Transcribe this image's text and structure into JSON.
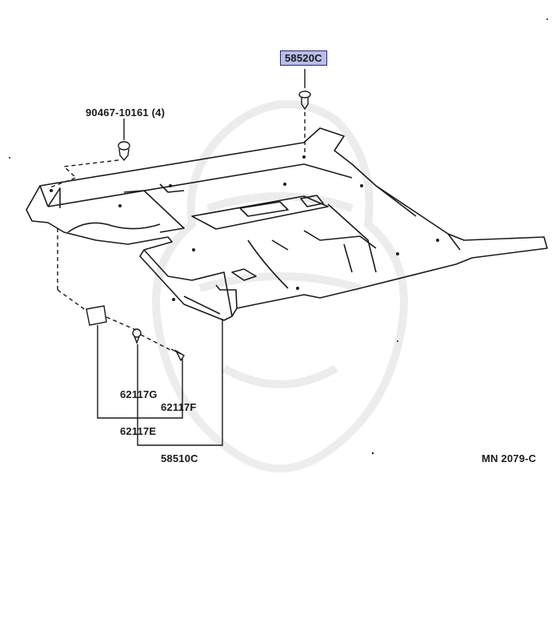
{
  "labels": {
    "part_58520c": "58520C",
    "part_90467": "90467-10161 (4)",
    "part_62117g": "62117G",
    "part_62117f": "62117F",
    "part_62117e": "62117E",
    "part_58510c": "58510C",
    "diagram_id": "MN 2079-C"
  },
  "colors": {
    "highlight": "#b9bde8",
    "line": "#1a1a1a"
  }
}
